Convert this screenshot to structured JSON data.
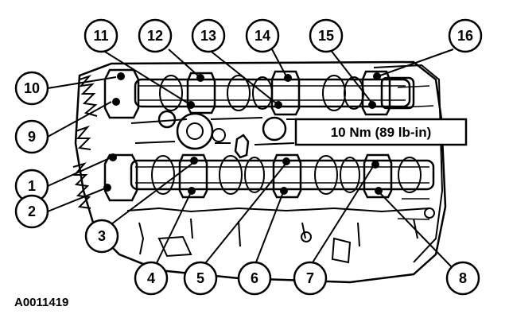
{
  "figure": {
    "id_label": "A0011419",
    "torque_spec": "10 Nm (89 lb-in)"
  },
  "callouts": [
    {
      "id": "c1",
      "label": "1"
    },
    {
      "id": "c2",
      "label": "2"
    },
    {
      "id": "c3",
      "label": "3"
    },
    {
      "id": "c4",
      "label": "4"
    },
    {
      "id": "c5",
      "label": "5"
    },
    {
      "id": "c6",
      "label": "6"
    },
    {
      "id": "c7",
      "label": "7"
    },
    {
      "id": "c8",
      "label": "8"
    },
    {
      "id": "c9",
      "label": "9"
    },
    {
      "id": "c10",
      "label": "10"
    },
    {
      "id": "c11",
      "label": "11"
    },
    {
      "id": "c12",
      "label": "12"
    },
    {
      "id": "c13",
      "label": "13"
    },
    {
      "id": "c14",
      "label": "14"
    },
    {
      "id": "c15",
      "label": "15"
    },
    {
      "id": "c16",
      "label": "16"
    }
  ]
}
